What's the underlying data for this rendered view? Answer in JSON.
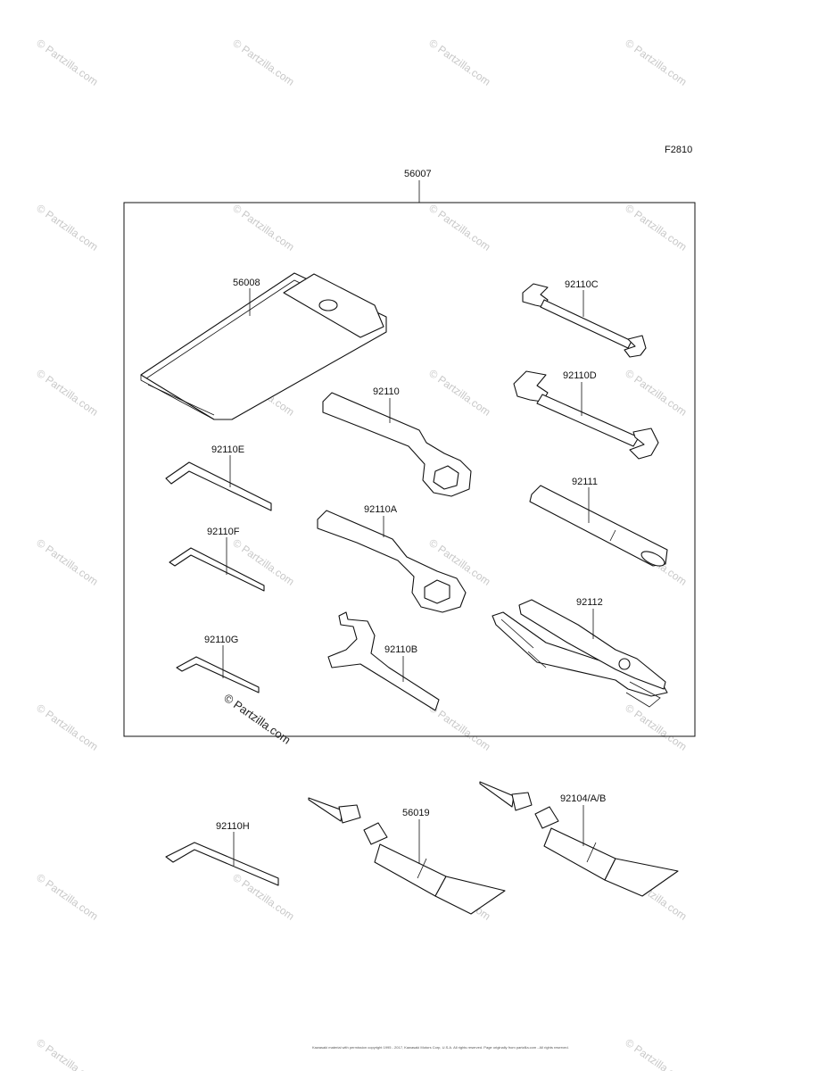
{
  "figure_code": "F2810",
  "kit_part": "56007",
  "parts": [
    {
      "id": "56008",
      "name": "tool-pouch"
    },
    {
      "id": "92110C",
      "name": "open-end-wrench-small"
    },
    {
      "id": "92110D",
      "name": "open-end-wrench-large"
    },
    {
      "id": "92110",
      "name": "box-wrench"
    },
    {
      "id": "92110E",
      "name": "hex-key-e"
    },
    {
      "id": "92111",
      "name": "extension-handle"
    },
    {
      "id": "92110A",
      "name": "box-wrench-a"
    },
    {
      "id": "92110F",
      "name": "hex-key-f"
    },
    {
      "id": "92112",
      "name": "pliers"
    },
    {
      "id": "92110G",
      "name": "hex-key-g"
    },
    {
      "id": "92110B",
      "name": "spanner-hook-wrench"
    },
    {
      "id": "92110H",
      "name": "hex-key-h"
    },
    {
      "id": "56019",
      "name": "grease-tube"
    },
    {
      "id": "92104/A/B",
      "name": "grease-tube-b"
    }
  ],
  "watermark": "© Partzilla.com",
  "footer_text": "Kawasaki material with permission copyright 1995 - 2017, Kawasaki Motors Corp, U.S.A. All rights reserved. Page originally from partzilla.com - All rights reserved."
}
